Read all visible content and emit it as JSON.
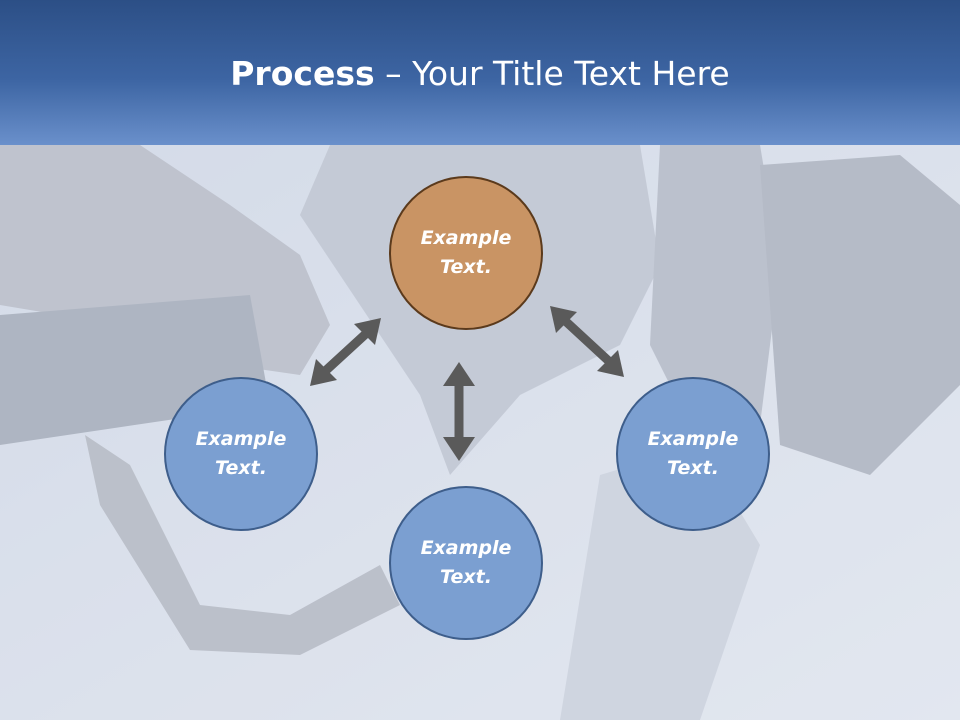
{
  "slide": {
    "title_bold": "Process",
    "title_rest": " – Your Title Text Here"
  },
  "nodes": {
    "top": "Example Text.",
    "left": "Example Text.",
    "right": "Example Text.",
    "bottom": "Example Text."
  },
  "colors": {
    "header": "#3d65a3",
    "node_blue": "#7b9fd1",
    "node_orange": "#c99464",
    "arrow": "#5a5a5a"
  }
}
